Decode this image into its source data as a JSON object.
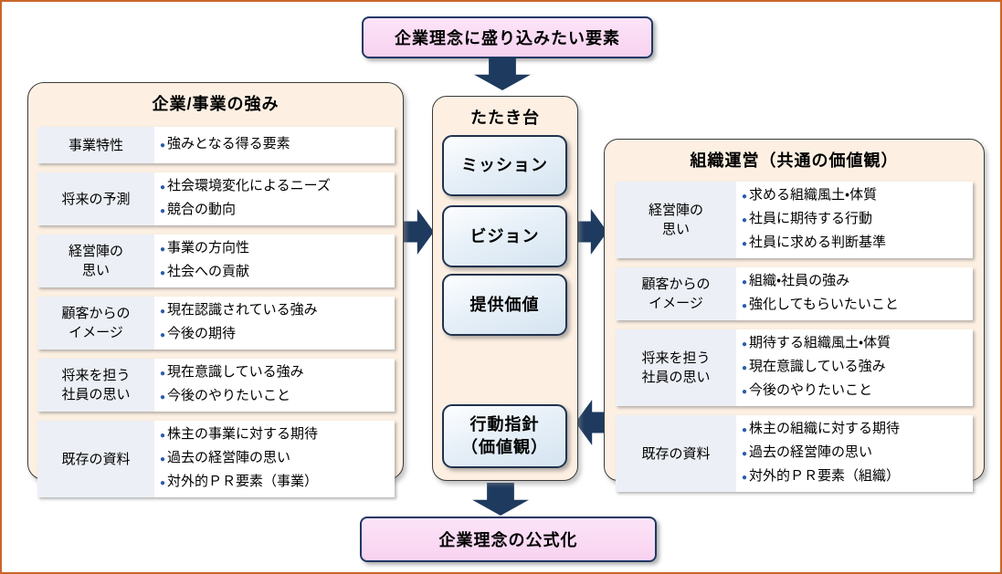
{
  "diagram": {
    "top_box": "企業理念に盛り込みたい要素",
    "bottom_box": "企業理念の公式化",
    "left_panel": {
      "title": "企業/事業の強み",
      "rows": [
        {
          "label": "事業特性",
          "items": [
            "強みとなる得る要素"
          ]
        },
        {
          "label": "将来の予測",
          "items": [
            "社会環境変化によるニーズ",
            "競合の動向"
          ]
        },
        {
          "label": "経営陣の\n思い",
          "items": [
            "事業の方向性",
            "社会への貢献"
          ]
        },
        {
          "label": "顧客からの\nイメージ",
          "items": [
            "現在認識されている強み",
            "今後の期待"
          ]
        },
        {
          "label": "将来を担う\n社員の思い",
          "items": [
            "現在意識している強み",
            "今後のやりたいこと"
          ]
        },
        {
          "label": "既存の資料",
          "items": [
            "株主の事業に対する期待",
            "過去の経営陣の思い",
            "対外的ＰＲ要素（事業）"
          ]
        }
      ]
    },
    "center_panel": {
      "title": "たたき台",
      "boxes": [
        "ミッション",
        "ビジョン",
        "提供価値",
        "行動指針\n（価値観）"
      ]
    },
    "right_panel": {
      "title": "組織運営（共通の価値観）",
      "rows": [
        {
          "label": "経営陣の\n思い",
          "items": [
            "求める組織風土・体質",
            "社員に期待する行動",
            "社員に求める判断基準"
          ]
        },
        {
          "label": "顧客からの\nイメージ",
          "items": [
            "組織・社員の強み",
            "強化してもらいたいこと"
          ]
        },
        {
          "label": "将来を担う\n社員の思い",
          "items": [
            "期待する組織風土・体質",
            "現在意識している強み",
            "今後のやりたいこと"
          ]
        },
        {
          "label": "既存の資料",
          "items": [
            "株主の組織に対する期待",
            "過去の経営陣の思い",
            "対外的ＰＲ要素（組織）"
          ]
        }
      ]
    },
    "colors": {
      "frame_orange": "#c9662a",
      "arrow_navy": "#1e3a5f",
      "panel_cream": "#fdf0e3",
      "pink_box": "#f8d2f0",
      "label_cell": "#ecf0f6",
      "blue_box": "#d5e4f1",
      "bullet_blue": "#2a5caa"
    }
  }
}
